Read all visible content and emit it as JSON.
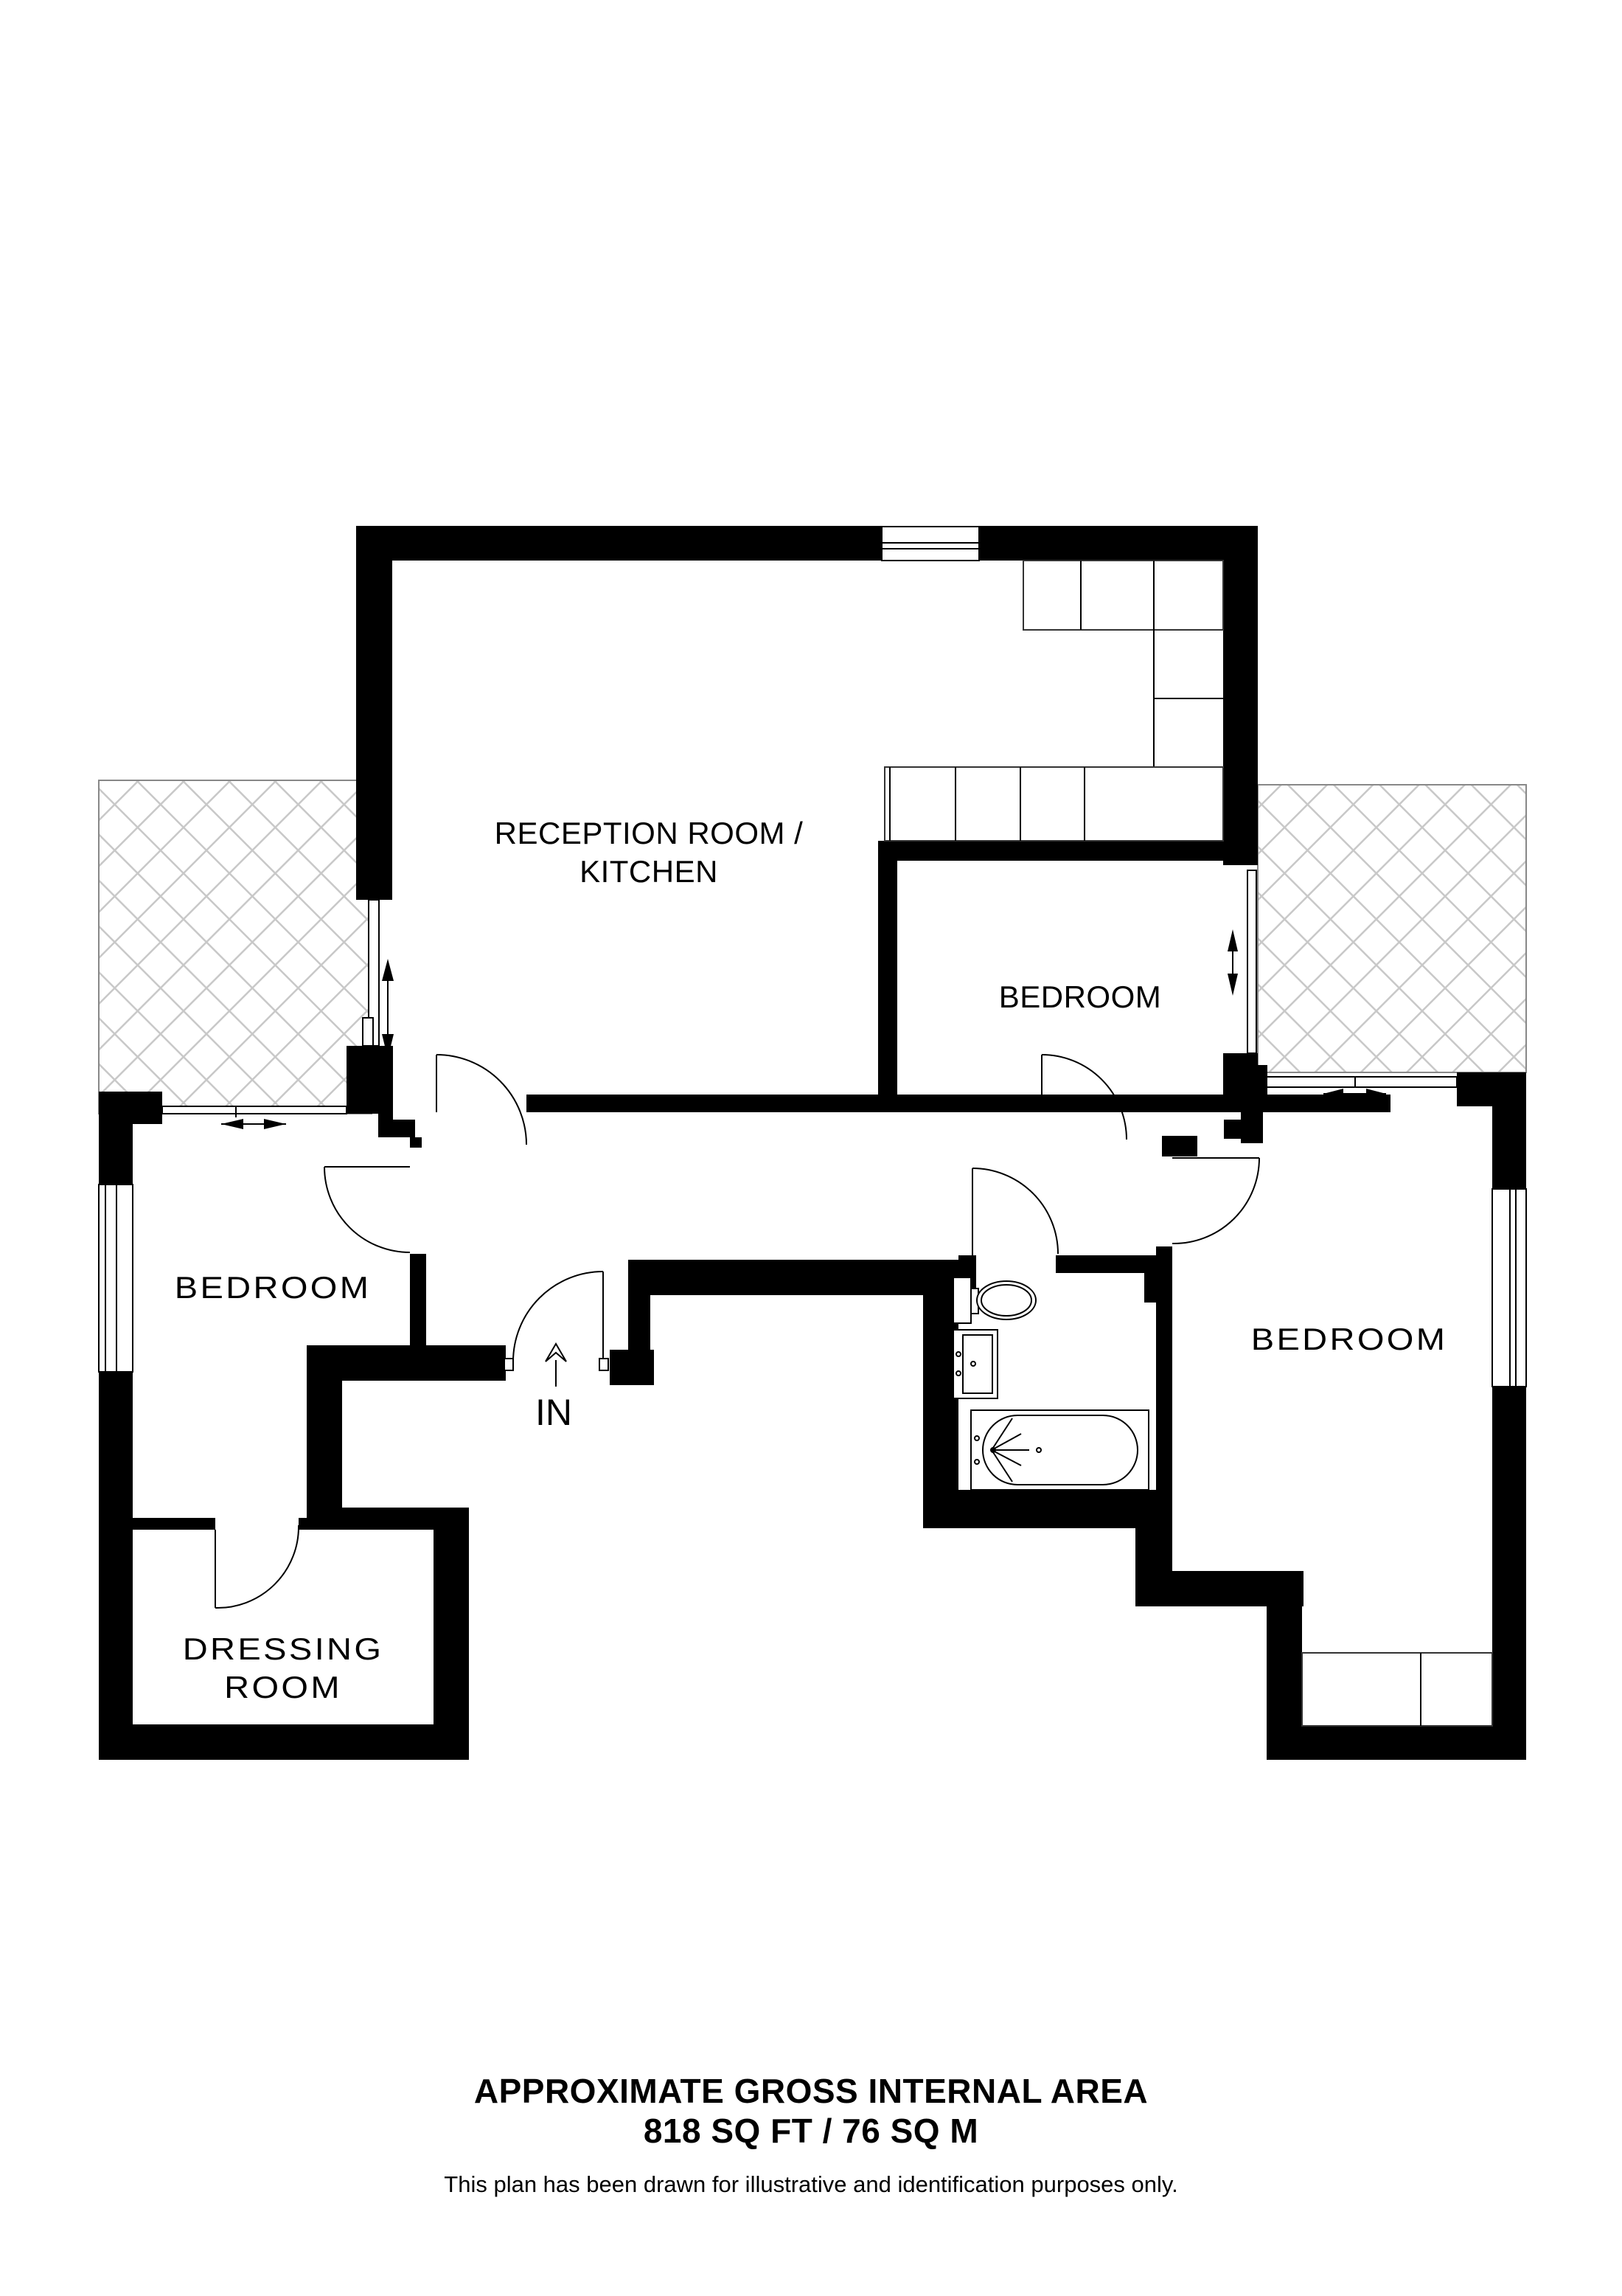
{
  "rooms": {
    "reception": {
      "line1": "RECEPTION ROOM /",
      "line2": "KITCHEN"
    },
    "bedroom_top_right": {
      "label": "BEDROOM"
    },
    "bedroom_left": {
      "label": "BEDROOM"
    },
    "bedroom_right": {
      "label": "BEDROOM"
    },
    "dressing": {
      "line1": "DRESSING",
      "line2": "ROOM"
    },
    "entrance": {
      "label": "IN"
    }
  },
  "footer": {
    "area_title": "APPROXIMATE GROSS INTERNAL AREA",
    "area_value": "818 SQ FT / 76 SQ M",
    "disclaimer": "This plan has been drawn for illustrative and identification purposes only."
  },
  "symbols": {
    "balcony_pattern": "crosshatch-icon",
    "sliding_door": "double-arrow-icon",
    "entrance_arrow": "arrow-up-icon",
    "wc": "toilet-icon",
    "basin": "sink-icon",
    "bath": "bathtub-icon"
  },
  "colors": {
    "wall": "#000000",
    "hatch": "#c8c8c8",
    "background": "#ffffff"
  }
}
